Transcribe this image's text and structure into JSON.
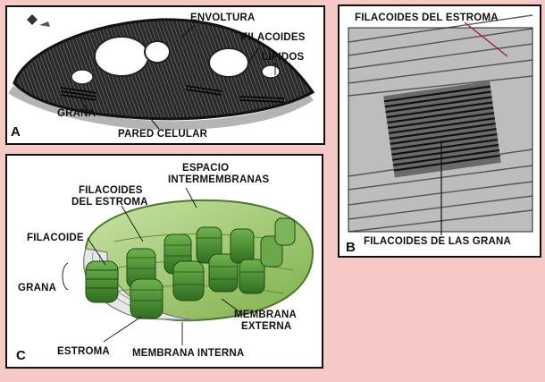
{
  "panels": {
    "a": {
      "letter": "A",
      "labels": {
        "envoltura": "ENVOLTURA",
        "filacoides": "FILACOIDES",
        "lipidos": "LIPIDOS",
        "grana": "GRANA",
        "pared": "PARED CELULAR"
      }
    },
    "b": {
      "letter": "B",
      "labels": {
        "estroma": "FILACOIDES DEL ESTROMA",
        "grana": "FILACOIDES DE LAS GRANA"
      }
    },
    "c": {
      "letter": "C",
      "labels": {
        "espacio_1": "ESPACIO",
        "espacio_2": "INTERMEMBRANAS",
        "fil_estroma_1": "FILACOIDES",
        "fil_estroma_2": "DEL ESTROMA",
        "filacoide": "FILACOIDE",
        "grana": "GRANA",
        "membrana_ext_1": "MEMBRANA",
        "membrana_ext_2": "EXTERNA",
        "estroma": "ESTROMA",
        "membrana_int": "MEMBRANA INTERNA"
      }
    }
  },
  "colors": {
    "background": "#f4c9c6",
    "stroma_green": "#8fbf5a",
    "grana_green": "#3f8a2a",
    "leader_red": "#a0152a"
  }
}
